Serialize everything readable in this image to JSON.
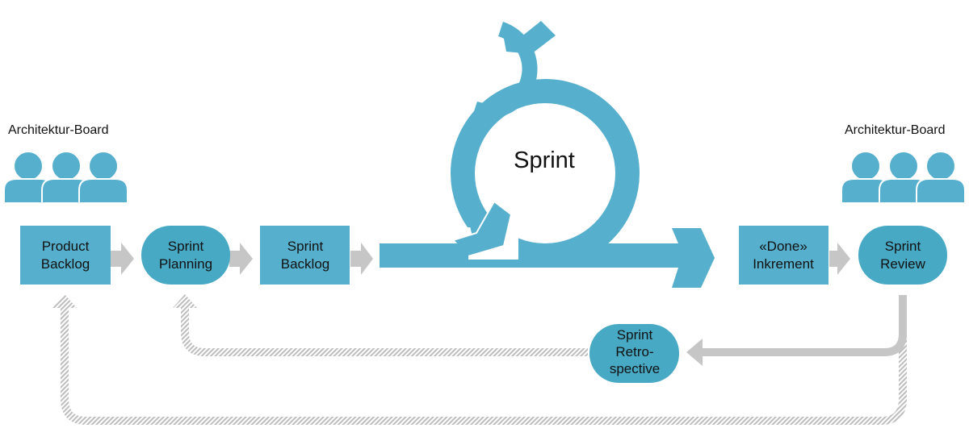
{
  "colors": {
    "primary": "#56b0cd",
    "ellipse": "#48a9c5",
    "arrow_gray": "#c6c6c6",
    "hatched_gray": "#bdbdbd"
  },
  "boards": {
    "left": {
      "label": "Architektur-Board",
      "icon": "people-group-icon"
    },
    "right": {
      "label": "Architektur-Board",
      "icon": "people-group-icon"
    }
  },
  "sprint": {
    "label": "Sprint",
    "icon": "circular-sprint-arrow-icon"
  },
  "nodes": {
    "product_backlog": {
      "line1": "Product",
      "line2": "Backlog"
    },
    "sprint_planning": {
      "line1": "Sprint",
      "line2": "Planning"
    },
    "sprint_backlog": {
      "line1": "Sprint",
      "line2": "Backlog"
    },
    "done_increment": {
      "line1": "«Done»",
      "line2": "Inkrement"
    },
    "sprint_review": {
      "line1": "Sprint",
      "line2": "Review"
    },
    "sprint_retrospective": {
      "line1": "Sprint",
      "line2": "Retro-",
      "line3": "spective"
    }
  }
}
